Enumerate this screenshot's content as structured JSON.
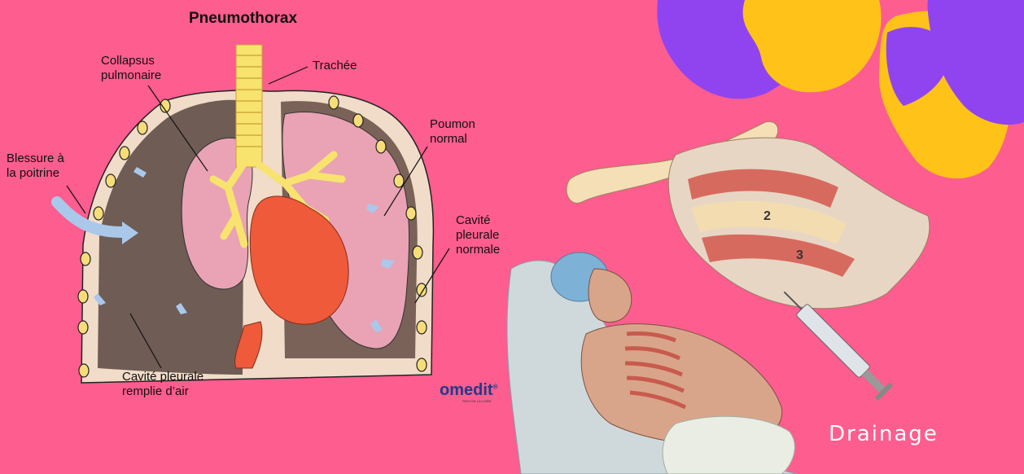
{
  "diagram": {
    "title": "Pneumothorax",
    "labels": {
      "collapse": [
        "Collapsus",
        "pulmonaire"
      ],
      "trachea": "Trachée",
      "normal_lung": [
        "Poumon",
        "normal"
      ],
      "wound": [
        "Blessure à",
        "la poitrine"
      ],
      "normal_cavity": [
        "Cavité",
        "pleurale",
        "normale"
      ],
      "air_cavity": [
        "Cavité pleurale",
        "remplie d’air"
      ]
    }
  },
  "logo": {
    "text": "omedit",
    "registered": "®",
    "tagline": "PAYS DE LA LOIRE"
  },
  "caption": "Drainage",
  "colors": {
    "background": "#fe5d8f",
    "purple": "#8f44f0",
    "yellow": "#fec219",
    "cavity": "#6e5c55",
    "lung": "#e9a3b4",
    "heart": "#ee5a3a",
    "bronchi": "#f7e36e",
    "bone": "#f4dfb7"
  }
}
